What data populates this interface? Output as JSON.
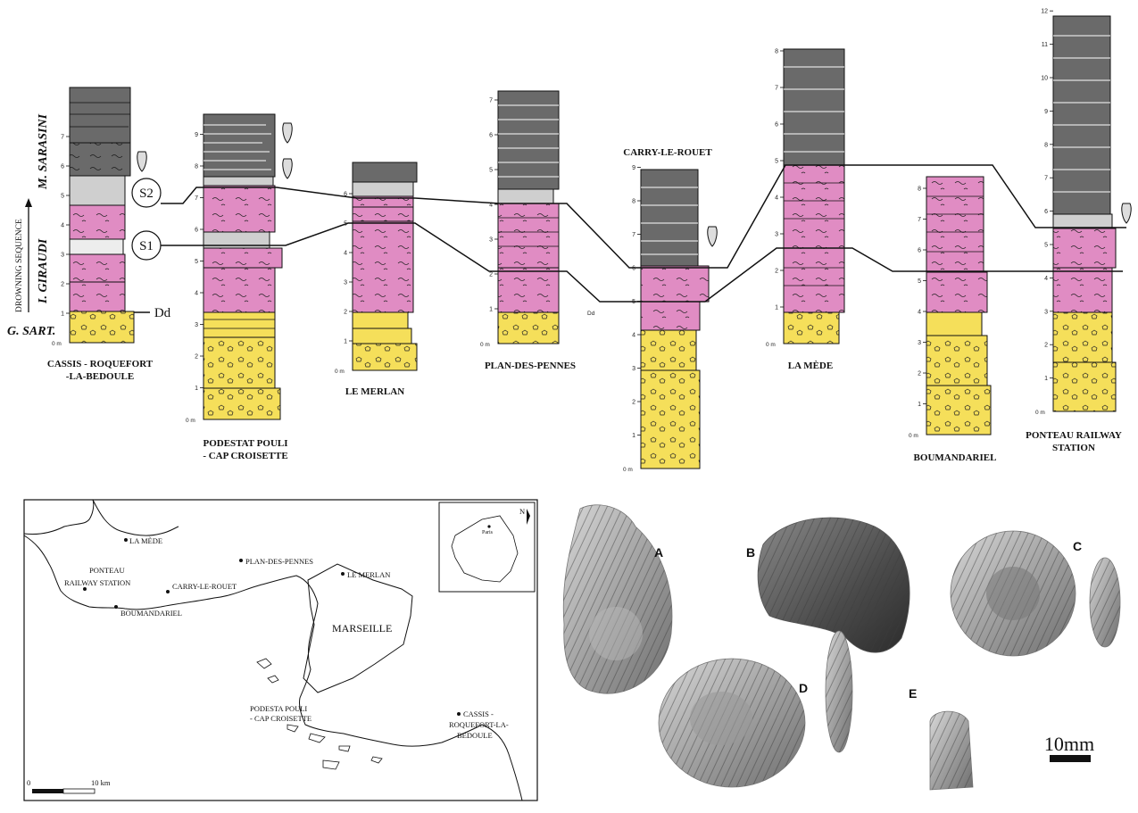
{
  "colors": {
    "marl_dark": "#6a6a6a",
    "marl_light": "#cfcfcf",
    "limestone_pink": "#e08cc3",
    "sandstone_yellow": "#f5df5a",
    "line": "#111111"
  },
  "stratigraphy": {
    "zones": [
      {
        "label": "M. SARASINI"
      },
      {
        "label": "I. GIRAUDI"
      },
      {
        "label": "G. SART."
      }
    ],
    "sequence_label": "DROWNING SEQUENCE",
    "surfaces": [
      "S2",
      "S1",
      "Dd"
    ],
    "unit_m": "0 m",
    "sections": [
      {
        "name_lines": [
          "CASSIS - ROQUEFORT",
          "-LA-BEDOULE"
        ],
        "ticks": [
          "1",
          "2",
          "3",
          "4",
          "5",
          "6",
          "7"
        ]
      },
      {
        "name_lines": [
          "PODESTAT POULI",
          "- CAP CROISETTE"
        ],
        "ticks": [
          "1",
          "2",
          "3",
          "4",
          "5",
          "6",
          "7",
          "8",
          "9"
        ]
      },
      {
        "name_lines": [
          "LE MERLAN"
        ],
        "ticks": [
          "1",
          "2",
          "3",
          "4",
          "5",
          "6"
        ]
      },
      {
        "name_lines": [
          "PLAN-DES-PENNES"
        ],
        "ticks": [
          "1",
          "2",
          "3",
          "4",
          "5",
          "6",
          "7"
        ]
      },
      {
        "name_lines": [
          "CARRY-LE-ROUET"
        ],
        "ticks": [
          "1",
          "2",
          "3",
          "4",
          "5",
          "6",
          "7",
          "8",
          "9"
        ]
      },
      {
        "name_lines": [
          "LA MÈDE"
        ],
        "ticks": [
          "1",
          "2",
          "3",
          "4",
          "5",
          "6",
          "7",
          "8"
        ]
      },
      {
        "name_lines": [
          "BOUMANDARIEL"
        ],
        "ticks": [
          "1",
          "2",
          "3",
          "4",
          "5",
          "6",
          "7",
          "8"
        ]
      },
      {
        "name_lines": [
          "PONTEAU RAILWAY",
          "STATION"
        ],
        "ticks": [
          "1",
          "2",
          "3",
          "4",
          "5",
          "6",
          "7",
          "8",
          "9",
          "10",
          "11",
          "12"
        ]
      }
    ]
  },
  "map": {
    "localities": [
      "LA MÈDE",
      "PONTEAU\nRAILWAY STATION",
      "CARRY-LE-ROUET",
      "PLAN-DES-PENNES",
      "LE MERLAN",
      "BOUMANDARIEL",
      "MARSEILLE",
      "PODESTA POULI\n- CAP CROISETTE",
      "CASSIS -\nROQUEFORT-LA-\nBEDOULE"
    ],
    "inset_city": "Paris",
    "north": "N",
    "scale_start": "0",
    "scale_end": "10 km"
  },
  "plate": {
    "specimens": [
      "A",
      "B",
      "C",
      "D",
      "E"
    ],
    "scale": "10mm"
  }
}
